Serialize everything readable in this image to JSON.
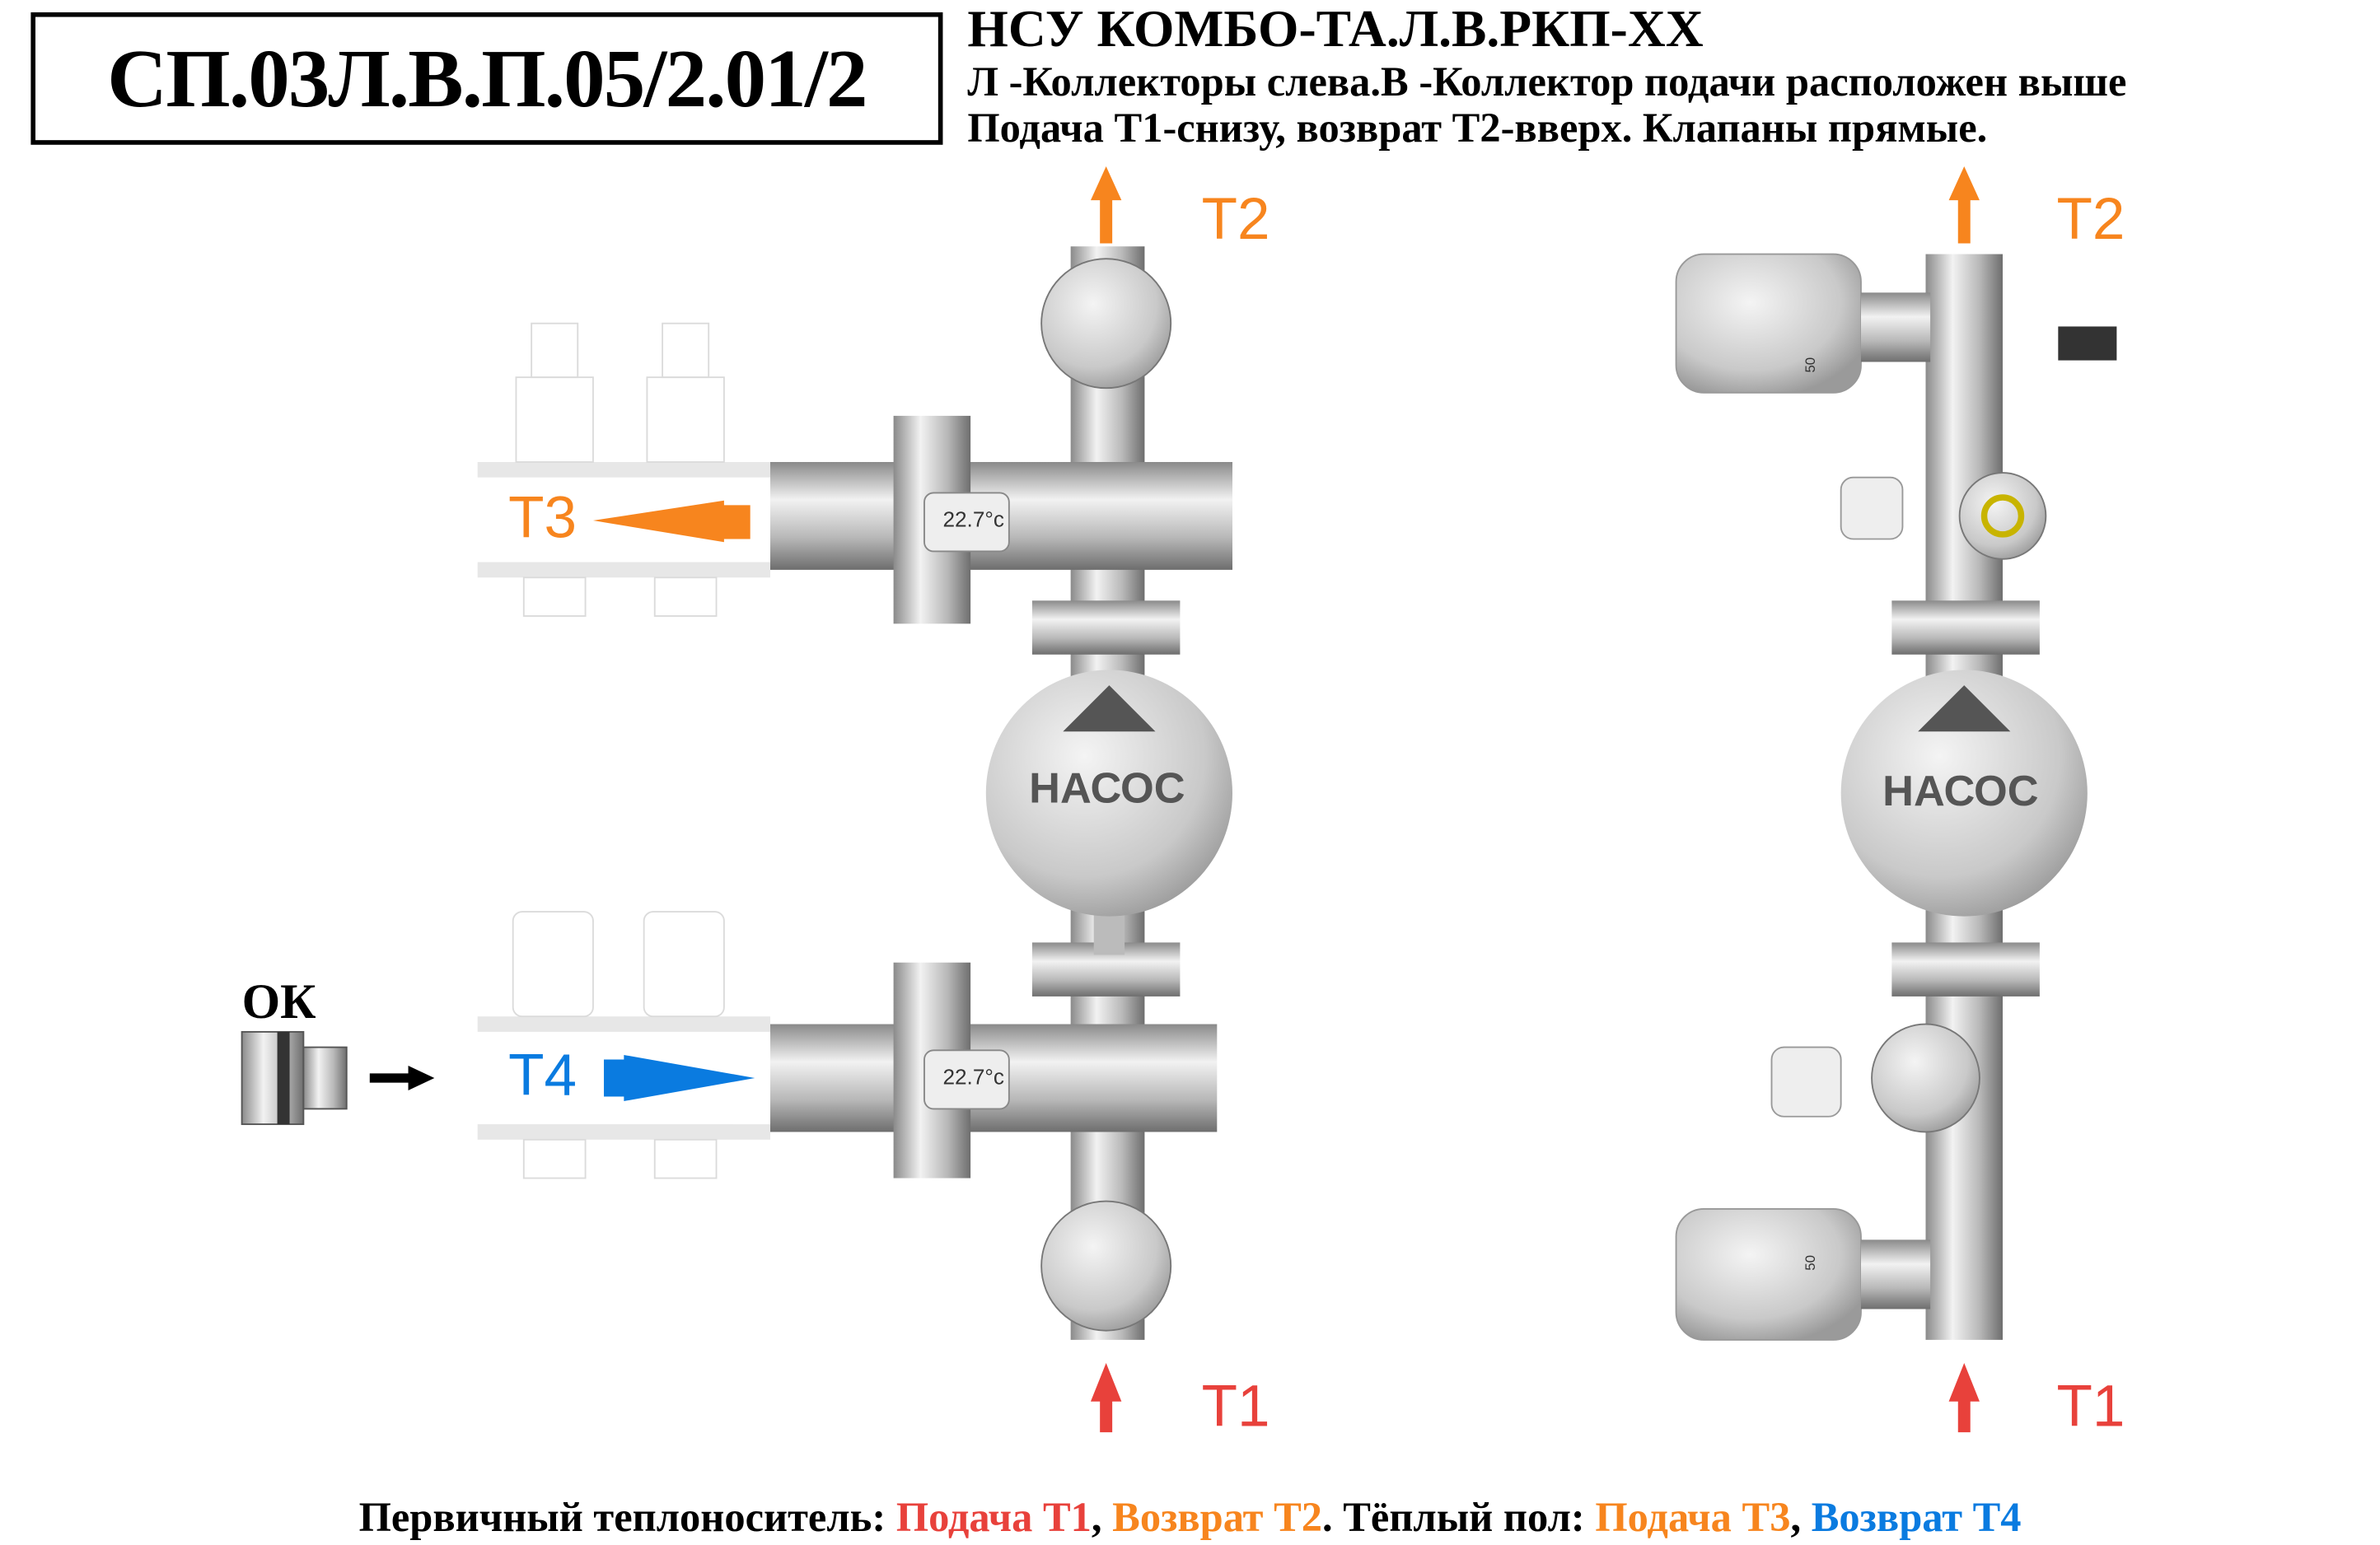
{
  "header": {
    "code": "СП.03Л.В.П.05/2.01/2",
    "title": "НСУ КОМБО-ТА.Л.В.РКП-ХХ",
    "line2": "Л -Коллекторы слева.В -Коллектор подачи расположен выше",
    "line3": "Подача Т1-снизу, возврат Т2-вверх. Клапаны прямые."
  },
  "labels": {
    "t1": "T1",
    "t2": "T2",
    "t3": "T3",
    "t4": "T4",
    "ok": "ОК",
    "pump": "НАСОС",
    "lcd": "22.7°c",
    "scale": "50"
  },
  "footer": {
    "part1": "Первичный теплоноситель: ",
    "supply_t1": "Подача Т1",
    "sep1": ", ",
    "return_t2": "Возврат Т2",
    "part2": ". Тёплый пол: ",
    "supply_t3": "Подача Т3",
    "sep2": ", ",
    "return_t4": "Возврат Т4"
  },
  "colors": {
    "red": "#e8413b",
    "orange": "#f7851e",
    "blue": "#0a7be0"
  }
}
